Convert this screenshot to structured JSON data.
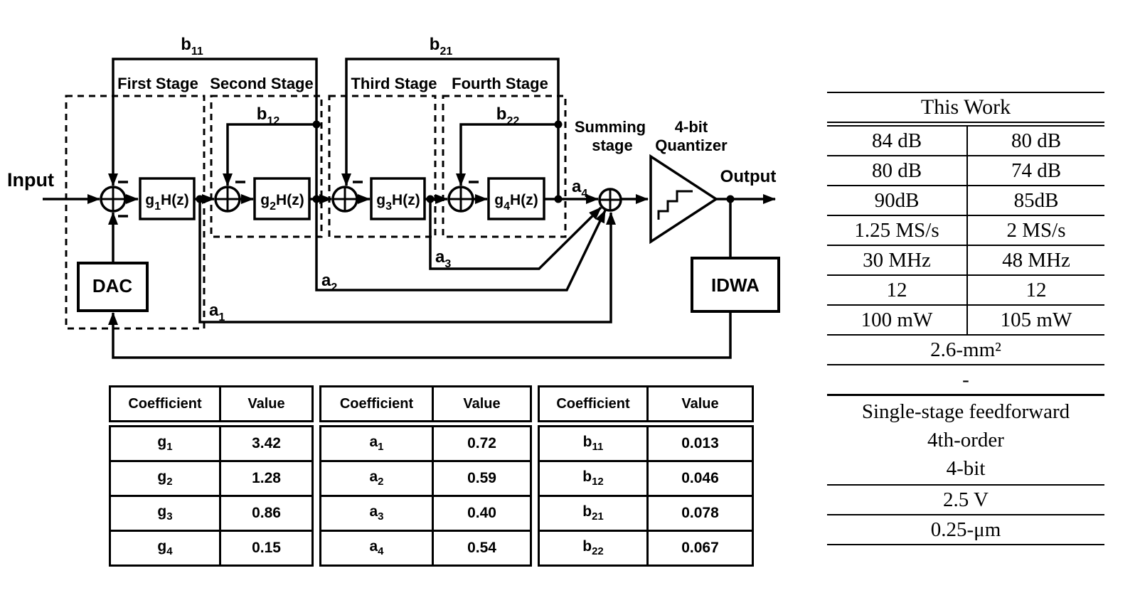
{
  "diagram": {
    "input_label": "Input",
    "output_label": "Output",
    "stage_labels": [
      "First Stage",
      "Second Stage",
      "Third Stage",
      "Fourth Stage"
    ],
    "summing_stage_label": [
      "Summing",
      "stage"
    ],
    "quantizer_label": [
      "4-bit",
      "Quantizer"
    ],
    "dac_label": "DAC",
    "idwa_label": "IDWA",
    "gain_blocks": [
      {
        "base": "g",
        "sub": "1",
        "fn": "H(z)"
      },
      {
        "base": "g",
        "sub": "2",
        "fn": "H(z)"
      },
      {
        "base": "g",
        "sub": "3",
        "fn": "H(z)"
      },
      {
        "base": "g",
        "sub": "4",
        "fn": "H(z)"
      }
    ],
    "feedforward_labels": [
      {
        "base": "a",
        "sub": "1"
      },
      {
        "base": "a",
        "sub": "2"
      },
      {
        "base": "a",
        "sub": "3"
      },
      {
        "base": "a",
        "sub": "4"
      }
    ],
    "feedback_labels": [
      {
        "base": "b",
        "sub": "11"
      },
      {
        "base": "b",
        "sub": "12"
      },
      {
        "base": "b",
        "sub": "21"
      },
      {
        "base": "b",
        "sub": "22"
      }
    ]
  },
  "coeff_table": {
    "headers": [
      "Coefficient",
      "Value"
    ],
    "groups": [
      {
        "rows": [
          {
            "c": "g",
            "s": "1",
            "v": "3.42"
          },
          {
            "c": "g",
            "s": "2",
            "v": "1.28"
          },
          {
            "c": "g",
            "s": "3",
            "v": "0.86"
          },
          {
            "c": "g",
            "s": "4",
            "v": "0.15"
          }
        ]
      },
      {
        "rows": [
          {
            "c": "a",
            "s": "1",
            "v": "0.72"
          },
          {
            "c": "a",
            "s": "2",
            "v": "0.59"
          },
          {
            "c": "a",
            "s": "3",
            "v": "0.40"
          },
          {
            "c": "a",
            "s": "4",
            "v": "0.54"
          }
        ]
      },
      {
        "rows": [
          {
            "c": "b",
            "s": "11",
            "v": "0.013"
          },
          {
            "c": "b",
            "s": "12",
            "v": "0.046"
          },
          {
            "c": "b",
            "s": "21",
            "v": "0.078"
          },
          {
            "c": "b",
            "s": "22",
            "v": "0.067"
          }
        ]
      }
    ]
  },
  "spec_table": {
    "title": "This Work",
    "rows": [
      {
        "left": "84 dB",
        "right": "80 dB"
      },
      {
        "left": "80 dB",
        "right": "74 dB"
      },
      {
        "left": "90dB",
        "right": "85dB"
      },
      {
        "left": "1.25 MS/s",
        "right": "2 MS/s"
      },
      {
        "left": "30 MHz",
        "right": "48 MHz"
      },
      {
        "left": "12",
        "right": "12"
      },
      {
        "left": "100 mW",
        "right": "105 mW"
      }
    ],
    "area": "2.6-mm²",
    "dash": "-",
    "architecture": [
      "Single-stage feedforward",
      "4th-order",
      "4-bit"
    ],
    "supply": "2.5 V",
    "process": "0.25-μm"
  }
}
